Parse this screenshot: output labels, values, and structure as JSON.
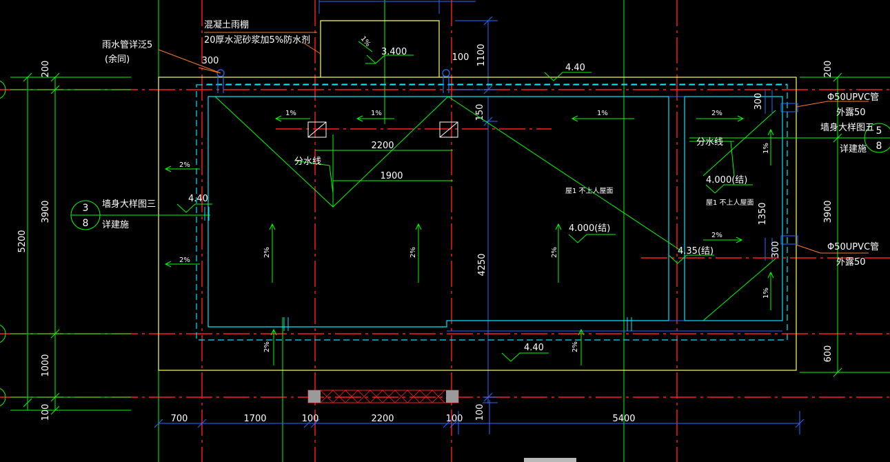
{
  "colors": {
    "background": "#000000",
    "grid_axis_red": "#ff2020",
    "dimension_green": "#00ff00",
    "wall_cyan": "#00e5ff",
    "outline_yellow": "#ffff66",
    "structure_blue": "#2a6cff",
    "text_white": "#ffffff",
    "leader_orange": "#ff7a1a"
  },
  "dims": {
    "top": [
      "300",
      "100",
      "1100",
      "150",
      "200"
    ],
    "left": [
      "200",
      "3900",
      "5200",
      "1000",
      "100"
    ],
    "right": [
      "200",
      "3900",
      "600"
    ],
    "bottom": [
      "700",
      "1700",
      "100",
      "2200",
      "100",
      "100",
      "5400"
    ],
    "inner": [
      "2200",
      "1900",
      "4250",
      "1350",
      "300",
      "300"
    ]
  },
  "labels": {
    "canopy_1": "混凝土雨棚",
    "canopy_2": "20厚水泥砂浆加5%防水剂",
    "rain_pipe_1": "雨水管详泛5",
    "rain_pipe_2": "(余同)",
    "divide_line_1": "分水线",
    "divide_line_2": "分水线",
    "roof_type_1": "屋1 不上人屋面",
    "roof_type_2": "屋1 不上人屋面",
    "pipe_1_a": "Φ50UPVC管",
    "pipe_1_b": "外露50",
    "pipe_2_a": "Φ50UPVC管",
    "pipe_2_b": "外露50",
    "wall_detail_right_1": "墙身大样图五",
    "wall_detail_right_2": "详建施",
    "wall_detail_left_1": "墙身大样图三",
    "wall_detail_left_2": "详建施"
  },
  "elevations": [
    "3.400",
    "4.40",
    "4.40",
    "4.000(结)",
    "4.000(结)",
    "4.35(结)",
    "4.40"
  ],
  "slopes": [
    "1%",
    "1%",
    "1%",
    "2%",
    "2%",
    "2%",
    "2%",
    "2%",
    "2%",
    "2%",
    "1%",
    "1%",
    "1%",
    "2%",
    "2%"
  ],
  "detail_tags": {
    "left": {
      "top": "3",
      "bottom": "8"
    },
    "right": {
      "top": "5",
      "bottom": "8"
    }
  }
}
